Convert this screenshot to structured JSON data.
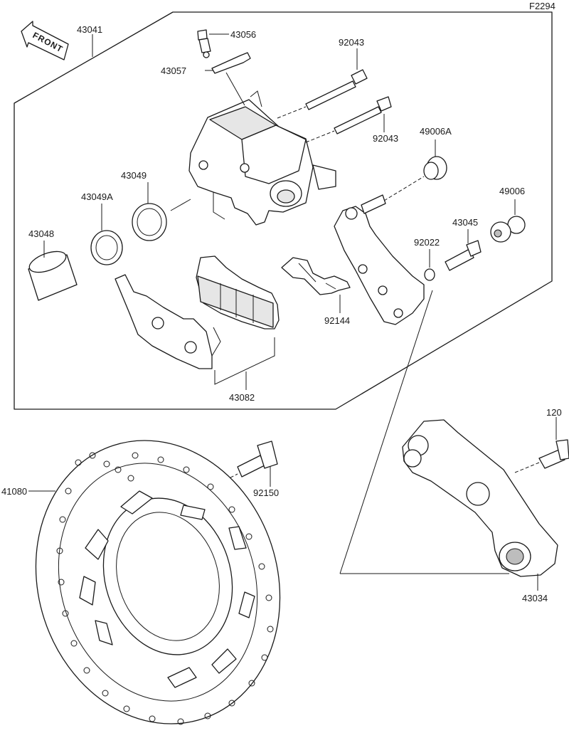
{
  "diagram_code": "F2294",
  "front_label": "FRONT",
  "part_numbers": {
    "caliper_assembly": "43041",
    "bleeder_valve": "43056",
    "pad_spring": "43057",
    "pin_upper": "92043",
    "pin_lower": "92043",
    "boot_a": "49006A",
    "boot": "49006",
    "piston_seal": "43049",
    "dust_seal": "43049A",
    "piston": "43048",
    "sleeve": "43045",
    "oring": "92022",
    "pad_spring_plate": "92144",
    "pad_set": "43082",
    "bolt_120": "120",
    "caliper_bracket": "43034",
    "disc_bolt": "92150",
    "disc": "41080"
  }
}
